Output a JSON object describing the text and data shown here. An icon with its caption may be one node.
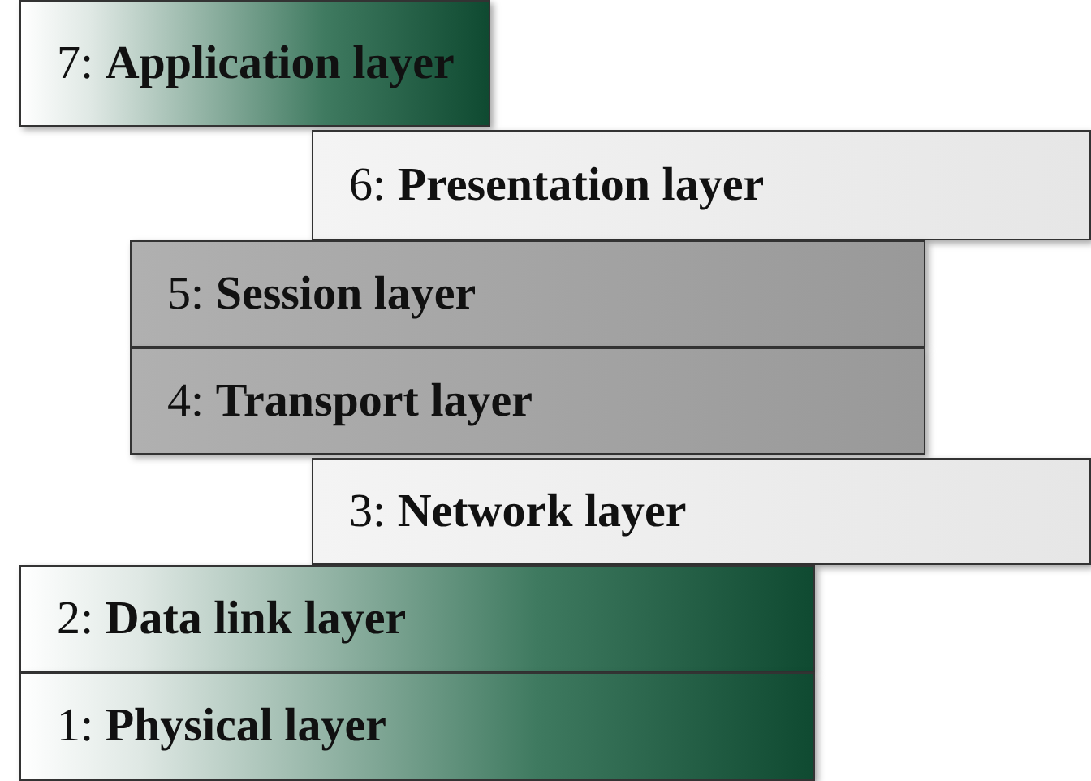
{
  "diagram": {
    "nodes": [
      {
        "text": [
          "7: **Application layer**"
        ]
      },
      {
        "text": [
          "6: **Presentation layer**"
        ]
      },
      {
        "text": [
          "5: **Session layer**"
        ]
      },
      {
        "text": [
          "4: **Transport layer**"
        ]
      },
      {
        "text": [
          "3: **Network layer**"
        ]
      },
      {
        "text": [
          "2: **Data link layer**"
        ]
      },
      {
        "text": [
          "1: **Physical layer**"
        ]
      }
    ]
  }
}
